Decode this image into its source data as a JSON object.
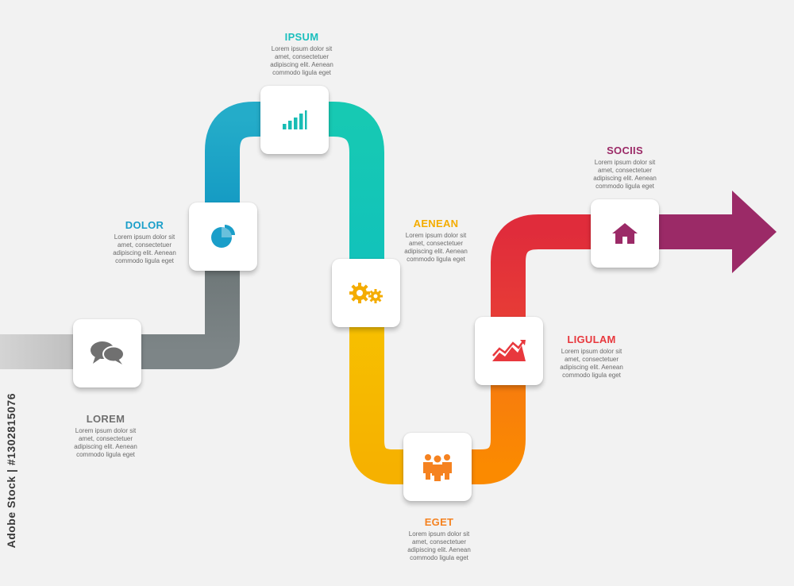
{
  "steps": [
    {
      "title": "LOREM",
      "description": "Lorem ipsum dolor sit\namet, consectetuer\nadipiscing elit. Aenean\ncommodo ligula eget",
      "color": "#6f6f6f",
      "icon": "chat-bubbles-icon"
    },
    {
      "title": "DOLOR",
      "description": "Lorem ipsum dolor sit\namet, consectetuer\nadipiscing elit. Aenean\ncommodo ligula eget",
      "color": "#1a9ec9",
      "icon": "pie-chart-icon"
    },
    {
      "title": "IPSUM",
      "description": "Lorem ipsum dolor sit\namet, consectetuer\nadipiscing elit. Aenean\ncommodo ligula eget",
      "color": "#1bbfbd",
      "icon": "bar-chart-icon"
    },
    {
      "title": "AENEAN",
      "description": "Lorem ipsum dolor sit\namet, consectetuer\nadipiscing elit. Aenean\ncommodo ligula eget",
      "color": "#f4ac00",
      "icon": "gears-icon"
    },
    {
      "title": "EGET",
      "description": "Lorem ipsum dolor sit\namet, consectetuer\nadipiscing elit. Aenean\ncommodo ligula eget",
      "color": "#f58220",
      "icon": "team-icon"
    },
    {
      "title": "LIGULAM",
      "description": "Lorem ipsum dolor sit\namet, consectetuer\nadipiscing elit. Aenean\ncommodo ligula eget",
      "color": "#e8383d",
      "icon": "trend-chart-icon"
    },
    {
      "title": "SOCIIS",
      "description": "Lorem ipsum dolor sit\namet, consectetuer\nadipiscing elit. Aenean\ncommodo ligula eget",
      "color": "#9b2a67",
      "icon": "home-icon"
    }
  ],
  "path_colors": {
    "start": "#c8c8c8",
    "lorem": "#7c8486",
    "dolor": "#12a0c4",
    "ipsum": "#12c6b6",
    "aenean": "#f6be00",
    "eget": "#f98506",
    "ligulam": "#e83b36",
    "sociis": "#9b2a67"
  },
  "watermark": "Adobe Stock | #130281507​6"
}
